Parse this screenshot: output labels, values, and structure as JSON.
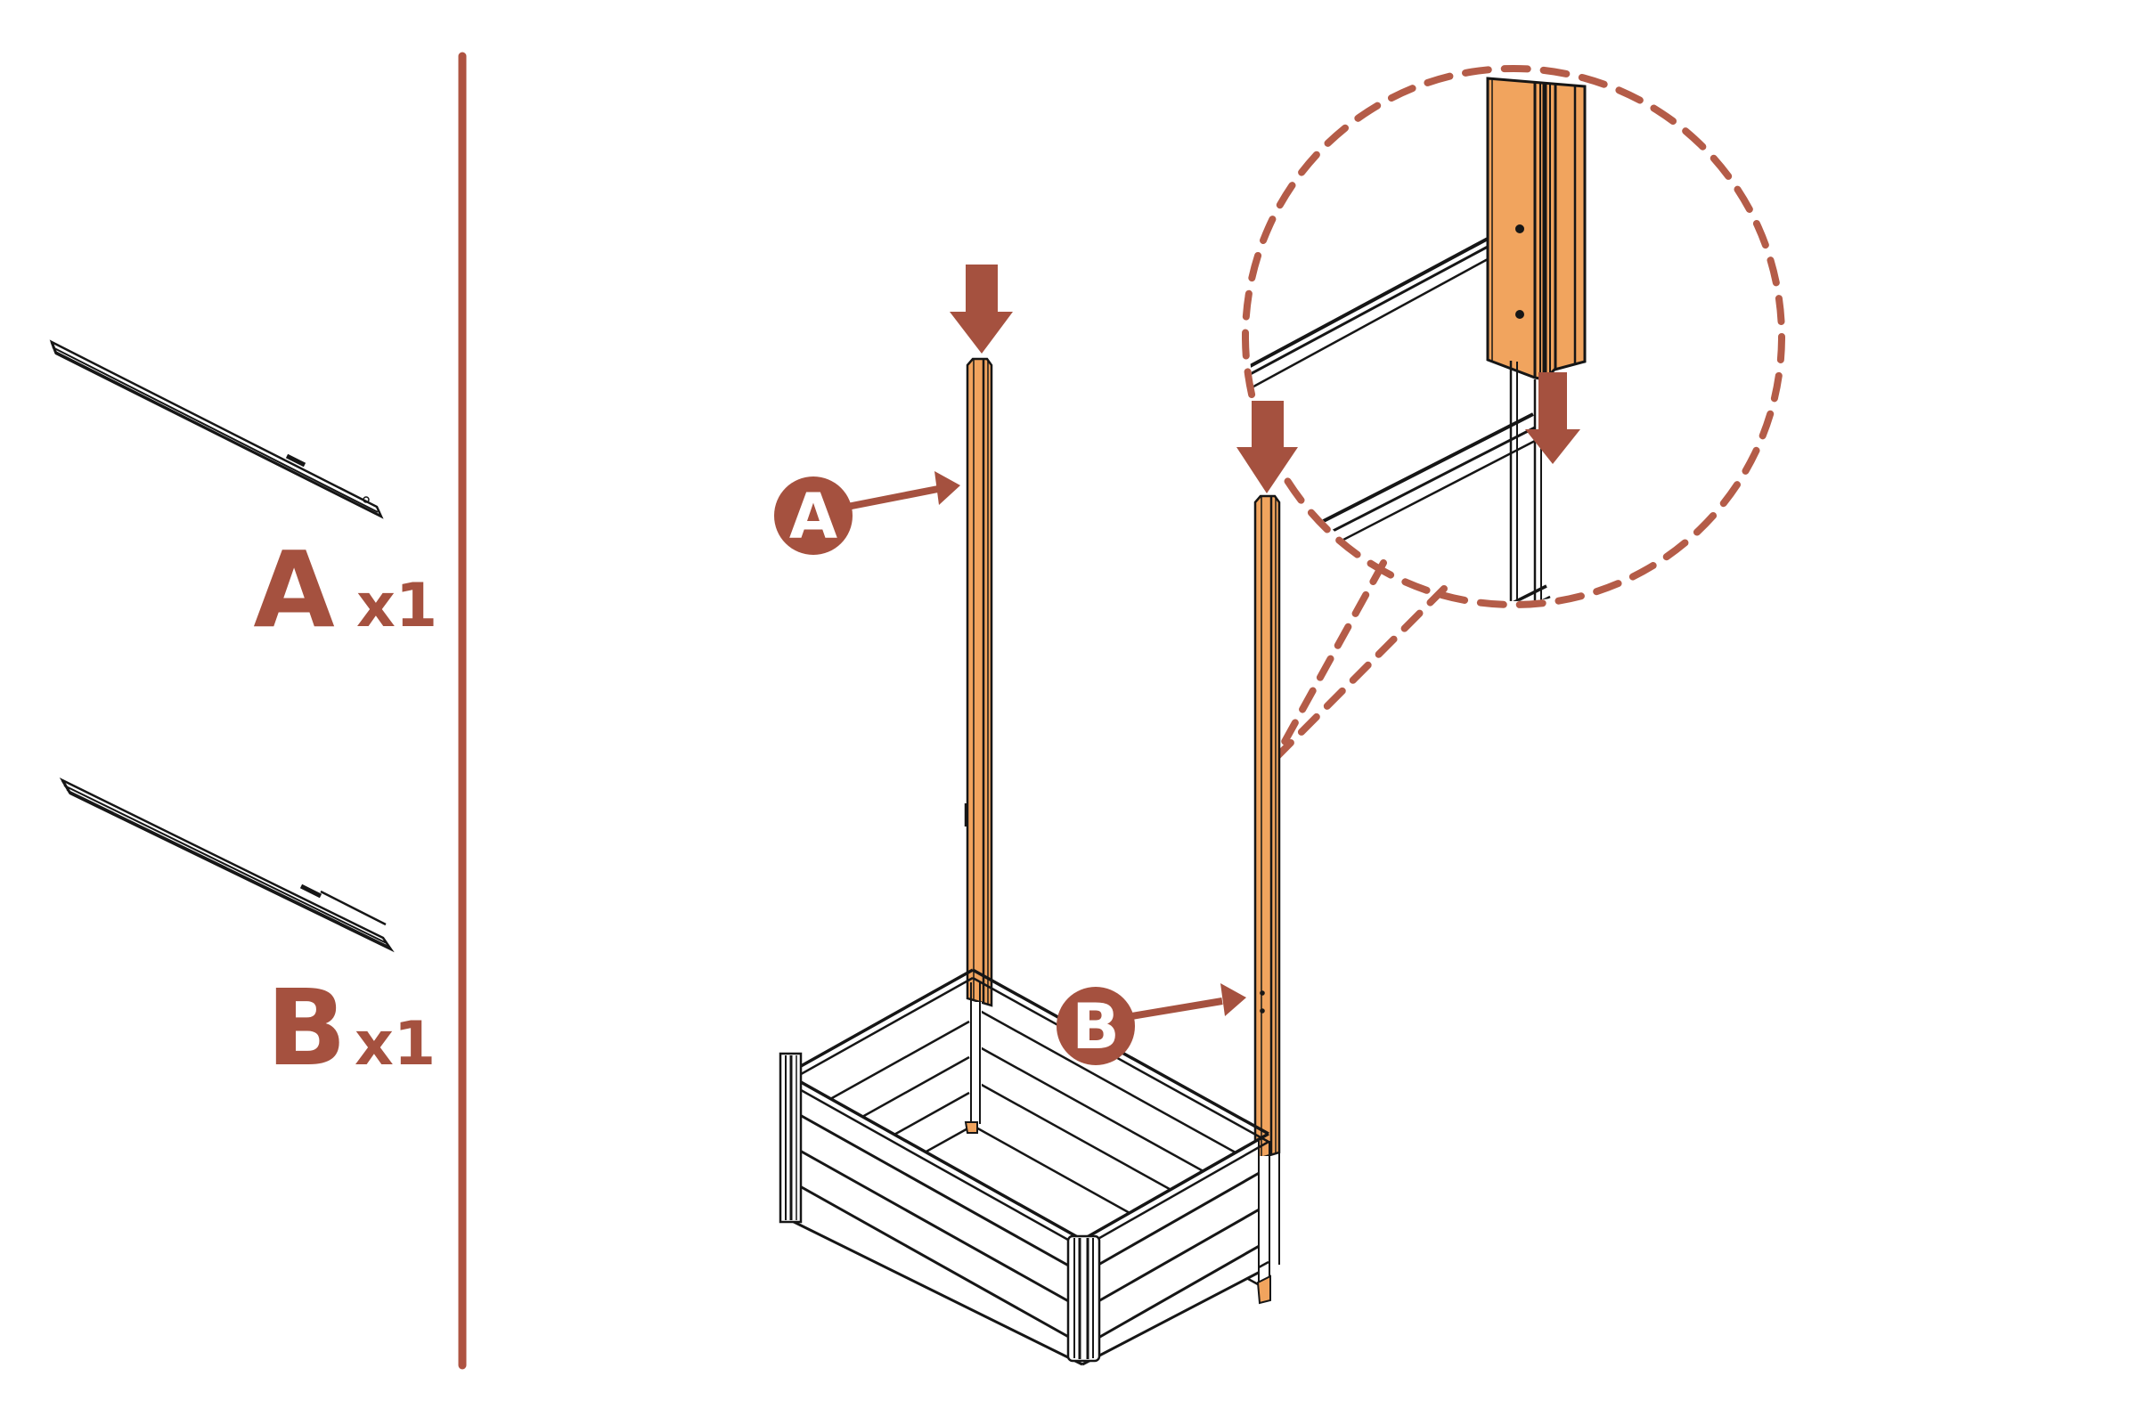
{
  "title": "planter-trellis-post-assembly-step",
  "colors": {
    "background": "#ffffff",
    "accent": "#A5513F",
    "dashed_accent": "#B45C48",
    "divider": "#AE5341",
    "wood": "#F1A45E",
    "outline": "#161616",
    "badge_text": "#FFFFFF"
  },
  "parts_panel": {
    "parts": [
      {
        "label": "A",
        "qty": "x1"
      },
      {
        "label": "B",
        "qty": "x1"
      }
    ]
  },
  "callouts": [
    {
      "label": "A"
    },
    {
      "label": "B"
    }
  ]
}
